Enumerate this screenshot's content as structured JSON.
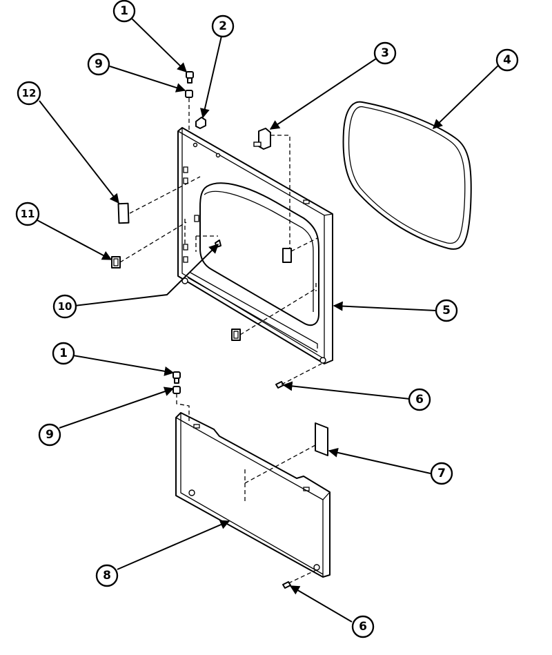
{
  "callouts": [
    {
      "id": "c1a",
      "label": "1"
    },
    {
      "id": "c2",
      "label": "2"
    },
    {
      "id": "c3",
      "label": "3"
    },
    {
      "id": "c4",
      "label": "4"
    },
    {
      "id": "c5",
      "label": "5"
    },
    {
      "id": "c6a",
      "label": "6"
    },
    {
      "id": "c6b",
      "label": "6"
    },
    {
      "id": "c7",
      "label": "7"
    },
    {
      "id": "c8",
      "label": "8"
    },
    {
      "id": "c9a",
      "label": "9"
    },
    {
      "id": "c9b",
      "label": "9"
    },
    {
      "id": "c10",
      "label": "10"
    },
    {
      "id": "c11",
      "label": "11"
    },
    {
      "id": "c12",
      "label": "12"
    },
    {
      "id": "c1b",
      "label": "1"
    }
  ]
}
